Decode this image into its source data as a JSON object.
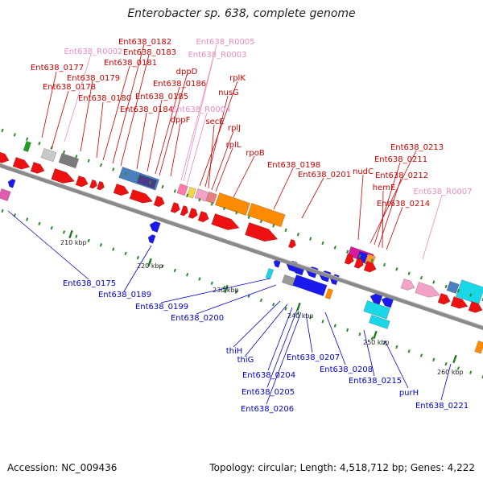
{
  "title": "Enterobacter sp. 638, complete genome",
  "footer": {
    "accession": "Accession: NC_009436",
    "summary": "Topology: circular; Length: 4,518,712 bp; Genes: 4,222"
  },
  "colors": {
    "forward_label": "#cc0000",
    "reverse_label": "#0000cc",
    "rna_label": "#e88cc0",
    "backbone": "#8a8a8a",
    "tick": "#2e8b2e"
  },
  "ticks": [
    "210 kbp",
    "220 kbp",
    "230 kbp",
    "240 kbp",
    "250 kbp",
    "260 kbp"
  ],
  "forward_labels": [
    "Ent638_0177",
    "Ent638_R0002",
    "Ent638_0178",
    "Ent638_0179",
    "Ent638_0180",
    "Ent638_0181",
    "Ent638_0182",
    "Ent638_0183",
    "Ent638_0184",
    "Ent638_0185",
    "Ent638_0186",
    "dppD",
    "dppF",
    "Ent638_R0005",
    "Ent638_R0003",
    "Ent638_R0004",
    "rplK",
    "nusG",
    "secE",
    "rplJ",
    "rplL",
    "rpoB",
    "Ent638_0198",
    "Ent638_0201",
    "nudC",
    "Ent638_0213",
    "Ent638_0211",
    "Ent638_0212",
    "hemE",
    "Ent638_0214",
    "Ent638_R0007"
  ],
  "reverse_labels": [
    "Ent638_0175",
    "Ent638_0189",
    "Ent638_0199",
    "Ent638_0200",
    "thiH",
    "thiG",
    "Ent638_0204",
    "Ent638_0205",
    "Ent638_0206",
    "Ent638_0207",
    "Ent638_0208",
    "Ent638_0215",
    "purH",
    "Ent638_0221"
  ]
}
